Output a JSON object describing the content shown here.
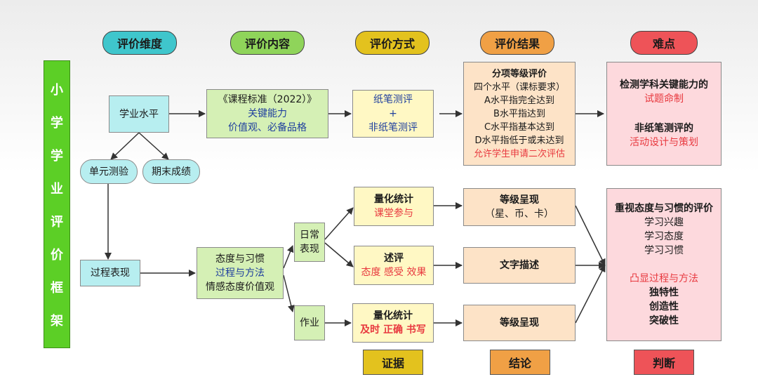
{
  "title_chars": [
    "小",
    "学",
    "学",
    "业",
    "评",
    "价",
    "框",
    "架"
  ],
  "headers": {
    "dimension": "评价维度",
    "content": "评价内容",
    "method": "评价方式",
    "result": "评价结果",
    "difficulty": "难点"
  },
  "footers": {
    "evidence": "证据",
    "conclusion": "结论",
    "judgment": "判断"
  },
  "academic_level": "学业水平",
  "unit_test": "单元测验",
  "final_score": "期末成绩",
  "process_performance": "过程表现",
  "curriculum": {
    "line1": "《课程标准（2022）》",
    "line2": "关键能力",
    "line3": "价值观、必备品格"
  },
  "written_test": {
    "line1": "纸笔测评",
    "line2": "+",
    "line3": "非纸笔测评"
  },
  "grade_eval": {
    "line1": "分项等级评价",
    "line2": "四个水平（课标要求）",
    "line3": "A水平指完全达到",
    "line4": "B水平指达到",
    "line5": "C水平指基本达到",
    "line6": "D水平指低于或未达到",
    "line7": "允许学生申请二次评估"
  },
  "difficulty_top": {
    "line1": "检测学科关键能力的",
    "line2": "试题命制",
    "line3": "非纸笔测评的",
    "line4": "活动设计与策划"
  },
  "attitude": {
    "line1": "态度与习惯",
    "line2": "过程与方法",
    "line3": "情感态度价值观"
  },
  "daily": {
    "line1": "日常",
    "line2": "表现"
  },
  "homework": "作业",
  "quant1": {
    "line1": "量化统计",
    "line2": "课堂参与"
  },
  "review": {
    "line1": "述评",
    "line2": "态度 感受 效果"
  },
  "quant2": {
    "line1": "量化统计",
    "line2": "及时 正确 书写"
  },
  "grade_show1": {
    "line1": "等级呈现",
    "line2": "（星、币、卡）"
  },
  "text_desc": "文字描述",
  "grade_show2": "等级呈现",
  "difficulty_bottom": {
    "line1": "重视态度与习惯的评价",
    "line2": "学习兴趣",
    "line3": "学习态度",
    "line4": "学习习惯",
    "line5": "凸显过程与方法",
    "line6": "独特性",
    "line7": "创造性",
    "line8": "突破性"
  },
  "colors": {
    "title_green": "#5ccf26",
    "dimension_pill": "#3fc6cc",
    "content_pill": "#8fd45a",
    "method_pill": "#e3c21e",
    "result_pill": "#f0a045",
    "difficulty_pill": "#ee5358",
    "accent_red": "#e8393f",
    "accent_blue": "#1f3f9e"
  }
}
